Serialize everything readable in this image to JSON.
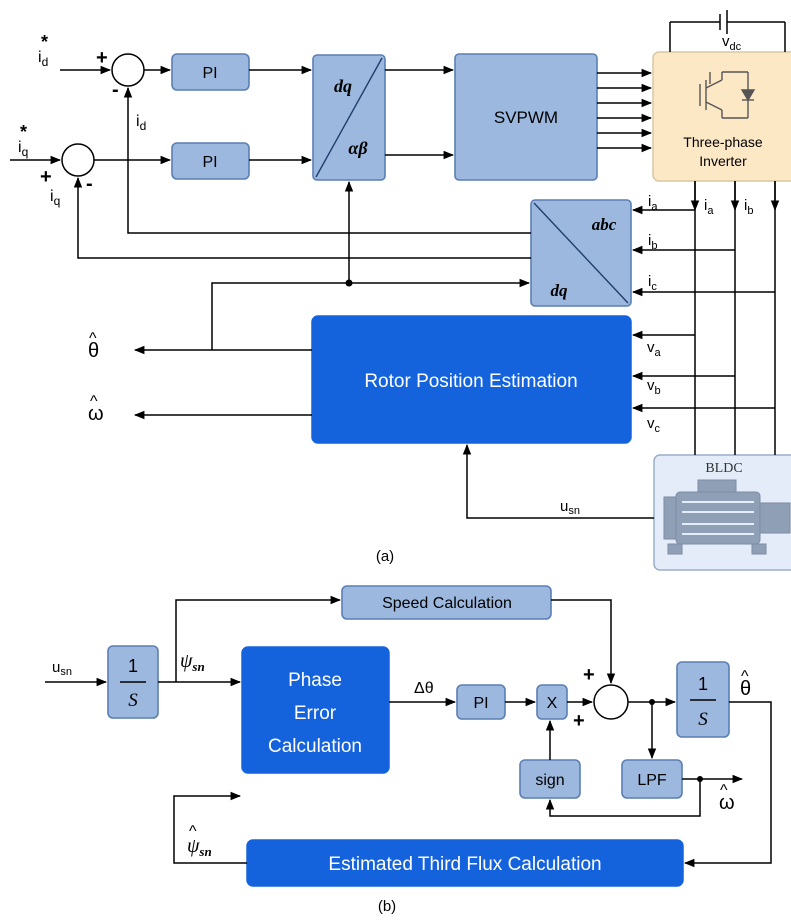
{
  "diagram_a": {
    "caption": "(a)",
    "inputs": {
      "id_ref": "i",
      "id_ref_sub": "d",
      "iq_ref": "i",
      "iq_ref_sub": "q",
      "star": "*"
    },
    "feedback": {
      "id": "i",
      "id_sub": "d",
      "iq": "i",
      "iq_sub": "q"
    },
    "signs": {
      "plus": "+",
      "minus": "-"
    },
    "blocks": {
      "pi_d": "PI",
      "pi_q": "PI",
      "dq_ab_top": "dq",
      "dq_ab_bottom": "αβ",
      "svpwm": "SVPWM",
      "inverter_line1": "Three-phase",
      "inverter_line2": "Inverter",
      "abc_dq_top": "abc",
      "abc_dq_bottom": "dq",
      "rotor_estimation": "Rotor Position Estimation",
      "bldc": "BLDC"
    },
    "signals": {
      "vdc": "v",
      "vdc_sub": "dc",
      "ia": "i",
      "ia_sub": "a",
      "ib": "i",
      "ib_sub": "b",
      "ic": "i",
      "ic_sub": "c",
      "va": "v",
      "va_sub": "a",
      "vb": "v",
      "vb_sub": "b",
      "vc": "v",
      "vc_sub": "c",
      "usn": "u",
      "usn_sub": "sn",
      "theta_hat": "θ",
      "omega_hat": "ω",
      "hat": "^"
    }
  },
  "diagram_b": {
    "caption": "(b)",
    "signals": {
      "usn": "u",
      "usn_sub": "sn",
      "psi": "ψ",
      "psi_sub": "sn",
      "delta_theta": "Δθ",
      "theta_hat": "θ",
      "omega_hat": "ω",
      "hat": "^"
    },
    "blocks": {
      "integrator_num": "1",
      "integrator_den": "S",
      "speed_calc": "Speed Calculation",
      "phase_err_1": "Phase",
      "phase_err_2": "Error",
      "phase_err_3": "Calculation",
      "pi": "PI",
      "mult": "X",
      "sign": "sign",
      "lpf": "LPF",
      "flux_calc": "Estimated Third Flux Calculation"
    },
    "signs": {
      "plus": "+"
    }
  },
  "colors": {
    "light_block": "#9db8de",
    "dark_block": "#1463dd",
    "inverter": "#fde8c6",
    "motor": "#e3ecf8"
  }
}
